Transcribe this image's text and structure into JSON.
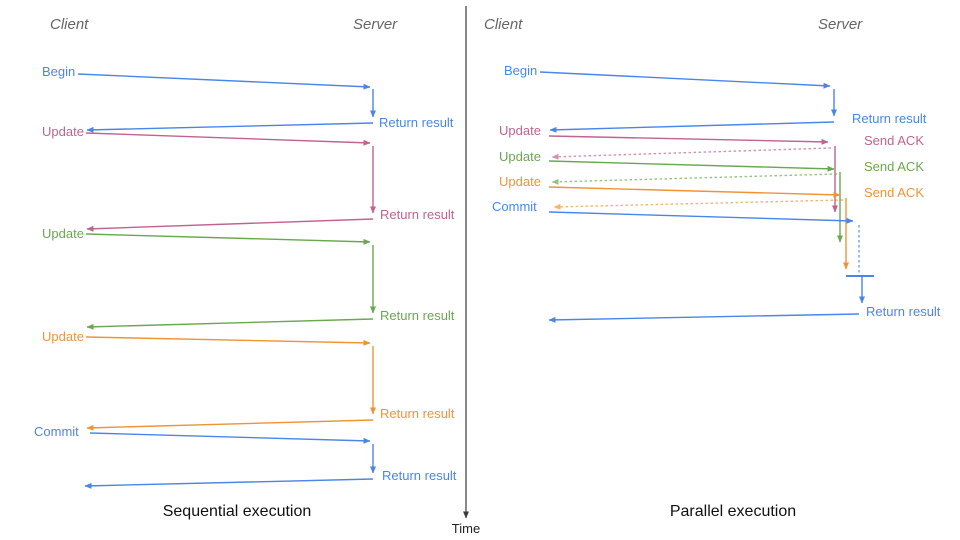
{
  "colors": {
    "blue": "#4a86e8",
    "pink": "#bf6390",
    "green": "#6aa84f",
    "orange": "#ee9438",
    "axis": "#3a3a3a",
    "header_gray": "#666666"
  },
  "axis": {
    "label": "Time"
  },
  "left_panel": {
    "client": "Client",
    "server": "Server",
    "caption": "Sequential execution",
    "messages": [
      {
        "request": "Begin",
        "response": "Return result",
        "color": "blue"
      },
      {
        "request": "Update",
        "response": "Return result",
        "color": "pink"
      },
      {
        "request": "Update",
        "response": "Return result",
        "color": "green"
      },
      {
        "request": "Update",
        "response": "Return result",
        "color": "orange"
      },
      {
        "request": "Commit",
        "response": "Return result",
        "color": "blue"
      }
    ]
  },
  "right_panel": {
    "client": "Client",
    "server": "Server",
    "caption": "Parallel execution",
    "messages": [
      {
        "request": "Begin",
        "response": "Return result",
        "color": "blue"
      },
      {
        "request": "Update",
        "response": "Send ACK",
        "color": "pink"
      },
      {
        "request": "Update",
        "response": "Send ACK",
        "color": "green"
      },
      {
        "request": "Update",
        "response": "Send ACK",
        "color": "orange"
      },
      {
        "request": "Commit",
        "response": "Return result",
        "color": "blue"
      }
    ]
  }
}
